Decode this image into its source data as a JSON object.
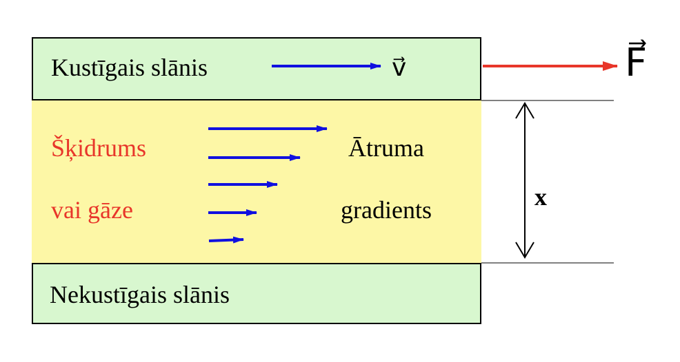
{
  "moving_layer": {
    "label": "Kustīgais slānis",
    "velocity_symbol": "v⃗"
  },
  "fixed_layer": {
    "label": "Nekustīgais slānis"
  },
  "fluid": {
    "line1": "Šķidrums",
    "line2": "vai gāze",
    "color": "#e8362a"
  },
  "gradient": {
    "line1": "Ātruma",
    "line2": "gradients"
  },
  "force": {
    "symbol": "F⃗",
    "color": "#e8362a"
  },
  "distance": {
    "symbol": "x"
  },
  "velocity_arrows": {
    "color": "#1010e0",
    "count": 5
  },
  "colors": {
    "layer_fill": "#d8f7cf",
    "fluid_fill": "#fdf7a6"
  }
}
